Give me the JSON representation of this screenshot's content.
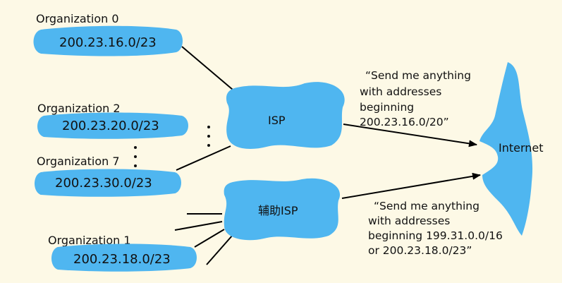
{
  "organizations": [
    {
      "label": "Organization 0",
      "prefix": "200.23.16.0/23"
    },
    {
      "label": "Organization 2",
      "prefix": "200.23.20.0/23"
    },
    {
      "label": "Organization 7",
      "prefix": "200.23.30.0/23"
    },
    {
      "label": "Organization 1",
      "prefix": "200.23.18.0/23"
    }
  ],
  "nodes": {
    "isp": "ISP",
    "aux_isp": "辅助ISP",
    "internet": "Internet"
  },
  "messages": {
    "isp": [
      "“Send me anything",
      "with addresses",
      "beginning",
      "200.23.16.0/20”"
    ],
    "aux_isp": [
      "“Send me anything",
      "with addresses",
      "beginning 199.31.0.0/16",
      "or 200.23.18.0/23”"
    ]
  },
  "colors": {
    "cloud_fill": "#4fb6f0",
    "background": "#fdf9e6",
    "line": "#000000"
  }
}
